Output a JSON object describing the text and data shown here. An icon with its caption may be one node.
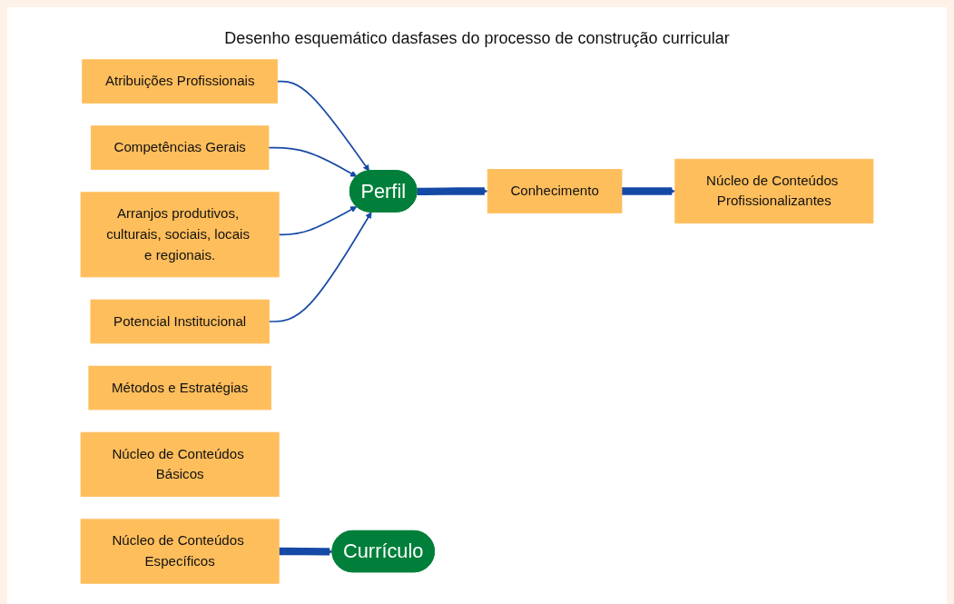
{
  "diagram": {
    "title": "Desenho esquemático dasfases do processo de construção curricular",
    "nodes": [
      {
        "text": [
          "Atribuições Profissionais"
        ]
      },
      {
        "text": [
          "Competências Gerais"
        ]
      },
      {
        "text": [
          "Perfil"
        ]
      },
      {
        "text": [
          "Arranjos produtivos, culturais, sociais, locais e regionais."
        ]
      },
      {
        "text": [
          "Potencial Institucional"
        ]
      },
      {
        "text": [
          "Conhecimento"
        ]
      },
      {
        "text": [
          "Métodos e Estratégias"
        ]
      },
      {
        "text": [
          "Núcleo de Conteúdos Básicos"
        ]
      },
      {
        "text": [
          "Núcleo de Conteúdos Profissionalizantes"
        ]
      },
      {
        "text": [
          "Núcleo de Conteúdos Específicos"
        ]
      },
      {
        "text": [
          "Currículo"
        ]
      }
    ],
    "edges": [
      {
        "from": 0,
        "to": 2,
        "arrow": "to"
      },
      {
        "from": 1,
        "to": 2,
        "arrow": "to"
      },
      {
        "from": 3,
        "to": 2,
        "arrow": "to"
      },
      {
        "from": 4,
        "to": 2,
        "arrow": "to"
      },
      {
        "from": 2,
        "to": 5,
        "arrow": "to",
        "style": "thick"
      },
      {
        "from": 5,
        "to": 8,
        "arrow": "to",
        "style": "thick"
      },
      {
        "from": 9,
        "to": 10,
        "arrow": "to",
        "style": "thick"
      }
    ]
  }
}
